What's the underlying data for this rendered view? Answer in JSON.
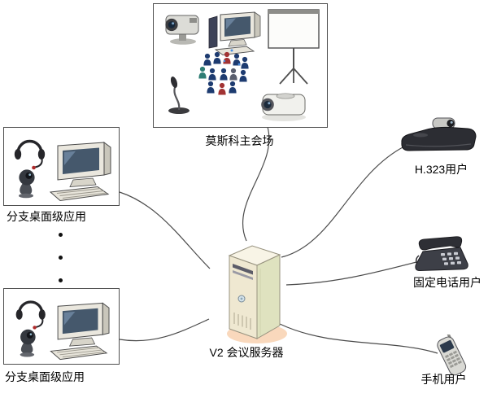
{
  "diagram": {
    "background": "#ffffff",
    "line_color": "#4a4a4a",
    "nodes": {
      "moscow": {
        "label": "莫斯科主会场",
        "icons": [
          "ptz-camera-icon",
          "desktop-computer-icon",
          "projection-screen-icon",
          "audience-group-icon",
          "desk-microphone-icon",
          "projector-icon"
        ]
      },
      "branch_top": {
        "label": "分支桌面级应用",
        "icons": [
          "headset-icon",
          "webcam-icon",
          "desktop-computer-icon"
        ]
      },
      "branch_bottom": {
        "label": "分支桌面级应用",
        "icons": [
          "headset-icon",
          "webcam-icon",
          "desktop-computer-icon"
        ]
      },
      "server": {
        "label": "V2 会议服务器",
        "icons": [
          "server-tower-icon"
        ]
      },
      "h323": {
        "label": "H.323用户",
        "icons": [
          "video-endpoint-icon"
        ]
      },
      "landline": {
        "label": "固定电话用户",
        "icons": [
          "desk-phone-icon"
        ]
      },
      "mobile": {
        "label": "手机用户",
        "icons": [
          "mobile-phone-icon"
        ]
      }
    }
  }
}
